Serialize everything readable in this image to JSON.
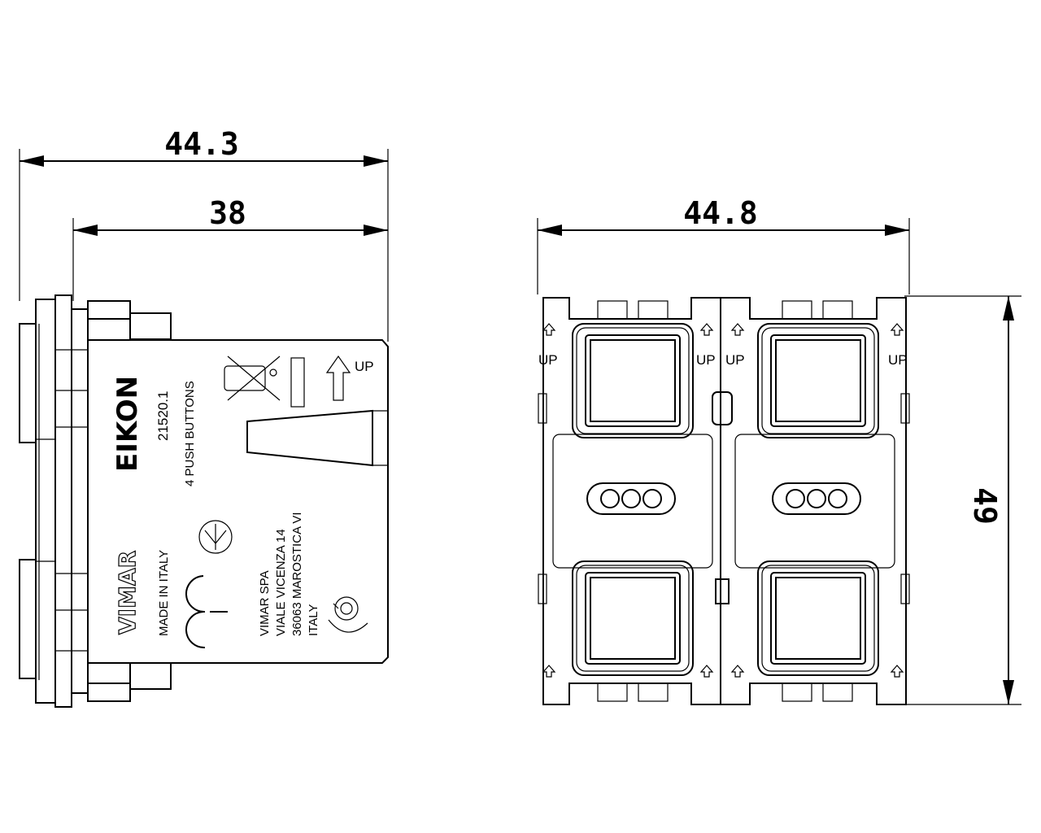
{
  "dimensions": {
    "side_total_width": "44.3",
    "side_body_width": "38",
    "front_width": "44.8",
    "front_height": "49"
  },
  "labels": {
    "brand": "EIKON",
    "manufacturer": "VIMAR",
    "part_number": "21520.1",
    "description": "4 PUSH BUTTONS",
    "origin": "MADE IN ITALY",
    "address_company": "VIMAR SPA",
    "address_street": "VIALE VICENZA 14",
    "address_city": "36063 MAROSTICA VI",
    "address_country": "ITALY",
    "up_marker": "UP",
    "ce_mark": "CE"
  },
  "icons": [
    "weee-bin-icon",
    "up-arrow-icon",
    "ce-mark-icon",
    "ground-symbol-icon",
    "ul-mark-icon"
  ]
}
